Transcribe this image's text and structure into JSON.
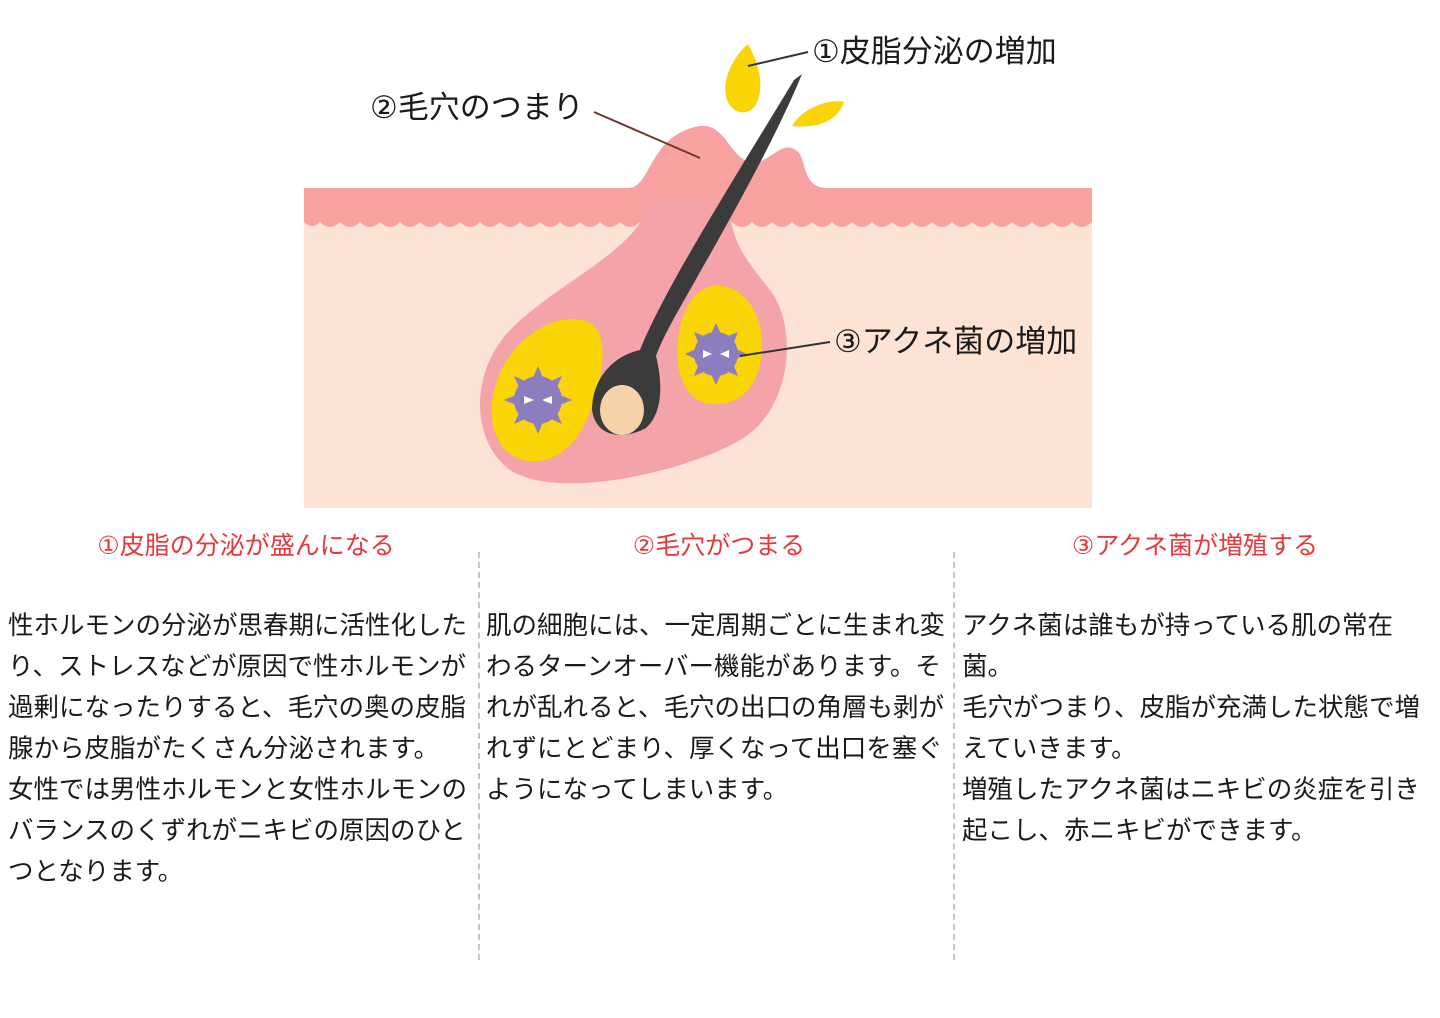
{
  "diagram": {
    "labels": {
      "sebum_increase": "①皮脂分泌の増加",
      "pore_clog": "②毛穴のつまり",
      "acne_bacteria_increase": "③アクネ菌の増加"
    },
    "colors": {
      "skin_top": "#f7a1a0",
      "dermis": "#fde3d4",
      "follicle": "#f4a4a8",
      "follicle_inner": "#fbb7b8",
      "sebum": "#f9d507",
      "hair": "#3b3b3b",
      "hair_bulb": "#f5d2a8",
      "bacteria": "#8c7dbe",
      "bacteria_eyes": "#ffffff"
    }
  },
  "columns": [
    {
      "heading": "①皮脂の分泌が盛んになる",
      "paragraphs": [
        "性ホルモンの分泌が思春期に活性化したり、ストレスなどが原因で性ホルモンが過剰になったりすると、毛穴の奥の皮脂腺から皮脂がたくさん分泌されます。",
        "女性では男性ホルモンと女性ホルモンのバランスのくずれがニキビの原因のひとつとなります。"
      ]
    },
    {
      "heading": "②毛穴がつまる",
      "paragraphs": [
        "肌の細胞には、一定周期ごとに生まれ変わるターンオーバー機能があります。それが乱れると、毛穴の出口の角層も剥がれずにとどまり、厚くなって出口を塞ぐようになってしまいます。"
      ]
    },
    {
      "heading": "③アクネ菌が増殖する",
      "paragraphs": [
        "アクネ菌は誰もが持っている肌の常在菌。",
        "毛穴がつまり、皮脂が充満した状態で増えていきます。",
        "増殖したアクネ菌はニキビの炎症を引き起こし、赤ニキビができます。"
      ]
    }
  ],
  "heading_color": "#e8383d"
}
